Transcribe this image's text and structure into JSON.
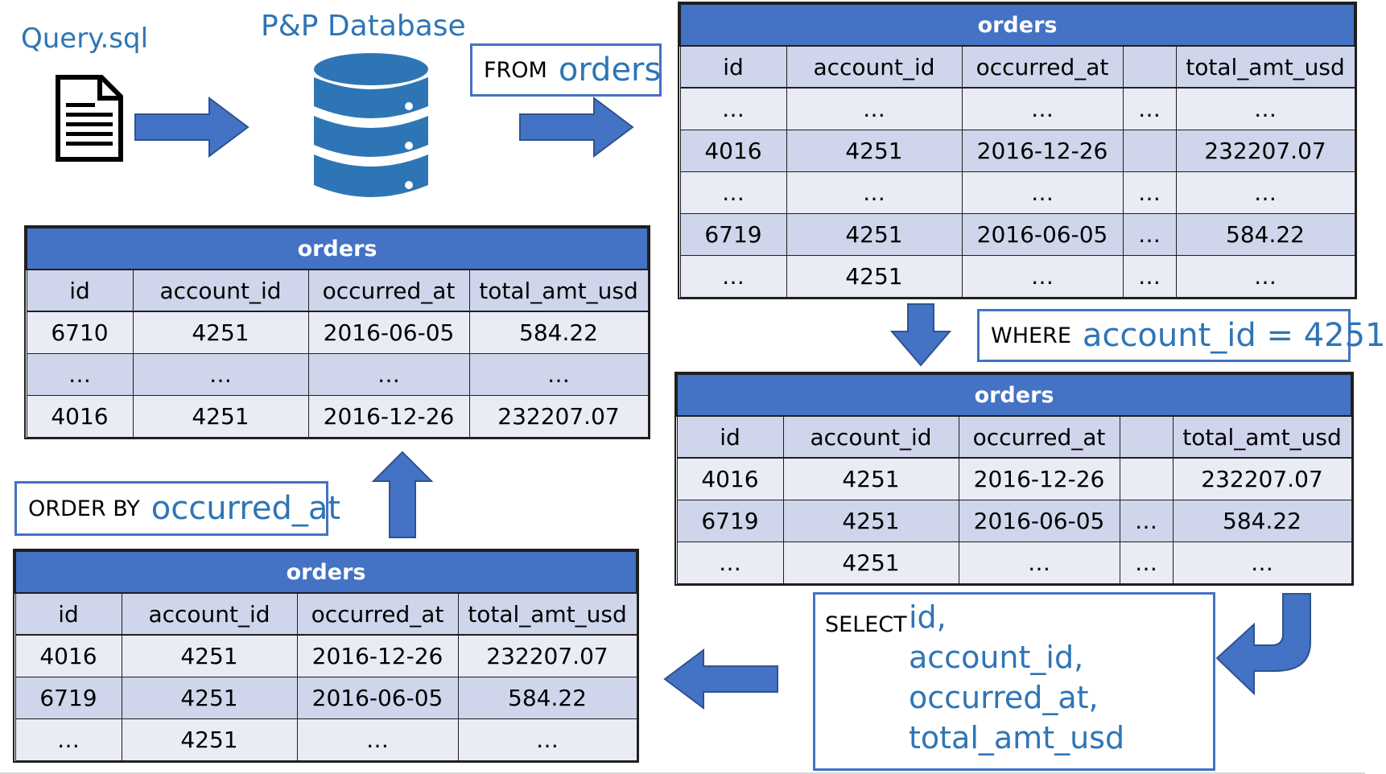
{
  "labels": {
    "query_file": "Query.sql",
    "database": "P&P Database"
  },
  "clauses": {
    "from": {
      "keyword": "FROM",
      "arg": "orders"
    },
    "where": {
      "keyword": "WHERE",
      "arg": "account_id = 4251"
    },
    "order_by": {
      "keyword": "ORDER BY",
      "arg": "occurred_at"
    },
    "select": {
      "keyword": "SELECT",
      "fields": [
        "id,",
        "account_id,",
        "occurred_at,",
        "total_amt_usd"
      ]
    }
  },
  "tables": {
    "from_result": {
      "caption": "orders",
      "columns": [
        "id",
        "account_id",
        "occurred_at",
        "",
        "total_amt_usd"
      ],
      "rows": [
        [
          "…",
          "…",
          "…",
          "…",
          "…"
        ],
        [
          "4016",
          "4251",
          "2016-12-26",
          "",
          "232207.07"
        ],
        [
          "…",
          "…",
          "…",
          "…",
          "…"
        ],
        [
          "6719",
          "4251",
          "2016-06-05",
          "…",
          "584.22"
        ],
        [
          "…",
          "4251",
          "…",
          "…",
          "…"
        ]
      ]
    },
    "where_result": {
      "caption": "orders",
      "columns": [
        "id",
        "account_id",
        "occurred_at",
        "",
        "total_amt_usd"
      ],
      "rows": [
        [
          "4016",
          "4251",
          "2016-12-26",
          "",
          "232207.07"
        ],
        [
          "6719",
          "4251",
          "2016-06-05",
          "…",
          "584.22"
        ],
        [
          "…",
          "4251",
          "…",
          "…",
          "…"
        ]
      ]
    },
    "select_result": {
      "caption": "orders",
      "columns": [
        "id",
        "account_id",
        "occurred_at",
        "total_amt_usd"
      ],
      "rows": [
        [
          "4016",
          "4251",
          "2016-12-26",
          "232207.07"
        ],
        [
          "6719",
          "4251",
          "2016-06-05",
          "584.22"
        ],
        [
          "…",
          "4251",
          "…",
          "…"
        ]
      ]
    },
    "order_result": {
      "caption": "orders",
      "columns": [
        "id",
        "account_id",
        "occurred_at",
        "total_amt_usd"
      ],
      "rows": [
        [
          "6710",
          "4251",
          "2016-06-05",
          "584.22"
        ],
        [
          "…",
          "…",
          "…",
          "…"
        ],
        [
          "4016",
          "4251",
          "2016-12-26",
          "232207.07"
        ]
      ]
    }
  },
  "colors": {
    "accent": "#4472c4",
    "text_blue": "#2e75b6",
    "header_band": "#cfd5ea",
    "row_light": "#e9ebf5"
  },
  "icons": [
    "document-icon",
    "database-icon"
  ]
}
